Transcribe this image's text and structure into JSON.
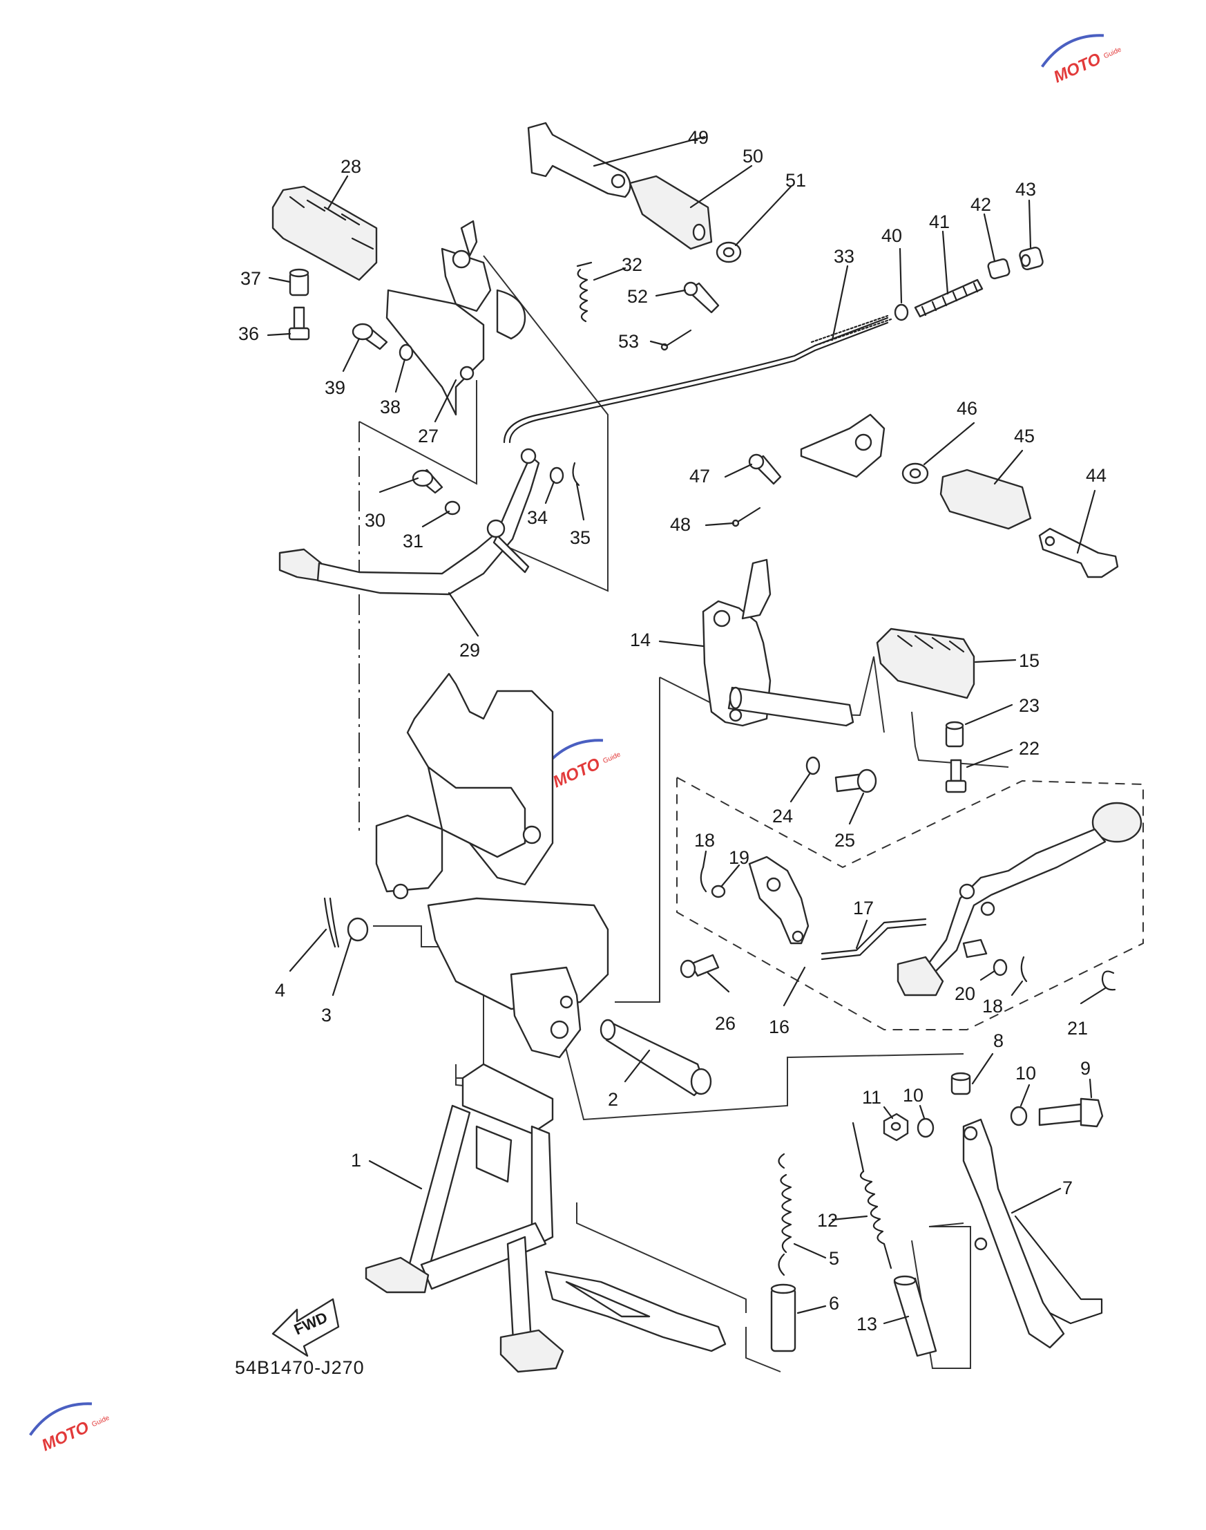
{
  "diagram": {
    "code": "54B1470-J270",
    "direction_marker": "FWD",
    "watermark": {
      "text": "MOTO",
      "sub": "Guide",
      "accent": "#e23a3a",
      "swoosh": "#4a5fc1"
    },
    "callouts": [
      "1",
      "2",
      "3",
      "4",
      "5",
      "6",
      "7",
      "8",
      "9",
      "10",
      "10",
      "11",
      "12",
      "13",
      "14",
      "15",
      "16",
      "17",
      "18",
      "18",
      "19",
      "20",
      "21",
      "22",
      "23",
      "24",
      "25",
      "26",
      "27",
      "28",
      "29",
      "30",
      "31",
      "32",
      "33",
      "34",
      "35",
      "36",
      "37",
      "38",
      "39",
      "40",
      "41",
      "42",
      "43",
      "44",
      "45",
      "46",
      "47",
      "48",
      "49",
      "50",
      "51",
      "52",
      "53"
    ]
  }
}
